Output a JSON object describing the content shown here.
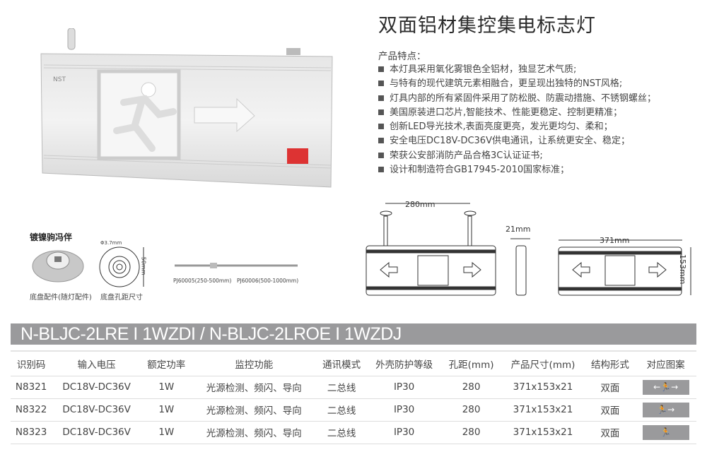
{
  "title": "双面铝材集控集电标志灯",
  "features_heading": "产品特点：",
  "features": [
    "本灯具采用氧化雾银色全铝材，独显艺术气质;",
    "与特有的现代建筑元素相融合，更呈现出独特的NST风格;",
    "灯具内部的所有紧固件采用了防松脱、防震动措施、不锈钢螺丝；",
    "美国原装进口芯片,智能技术、性能更稳定、控制更精准；",
    "创新LED导光技术,表面亮度更亮，发光更均匀、柔和；",
    "安全电压DC18V-DC36V供电通讯，让系统更安全、稳定；",
    "荣获公安部消防产品合格3C认证证书;",
    "设计和制造符合GB17945-2010国家标准；"
  ],
  "product_logo": "NST",
  "accessories": {
    "heading": "镀镍驹冯伴",
    "base_caption": "底盘配件(随灯配件)",
    "hole_caption": "底盘孔距尺寸",
    "hole_diameter": "Φ3.7mm",
    "hole_height": "50mm",
    "rod_labels": [
      "PJ60005(250-500mm)",
      "PJ60006(500-1000mm)"
    ]
  },
  "dimensions": {
    "spacing": "280mm",
    "depth": "21mm",
    "width": "371mm",
    "height": "153mm"
  },
  "model_bar": "N-BLJC-2LRE I 1WZDI / N-BLJC-2LROE I 1WZDJ",
  "table": {
    "headers": [
      "识别码",
      "输入电压",
      "额定功率",
      "监控功能",
      "通讯模式",
      "外壳防护等级",
      "孔距(mm)",
      "产品尺寸(mm)",
      "结构形式",
      "对应图案"
    ],
    "rows": [
      {
        "code": "N8321",
        "voltage": "DC18V-DC36V",
        "power": "1W",
        "monitor": "光源检测、频闪、导向",
        "comm": "二总线",
        "ip": "IP30",
        "spacing": "280",
        "size": "371x153x21",
        "structure": "双面",
        "pattern": "←🏃→"
      },
      {
        "code": "N8322",
        "voltage": "DC18V-DC36V",
        "power": "1W",
        "monitor": "光源检测、频闪、导向",
        "comm": "二总线",
        "ip": "IP30",
        "spacing": "280",
        "size": "371x153x21",
        "structure": "双面",
        "pattern": "🏃→"
      },
      {
        "code": "N8323",
        "voltage": "DC18V-DC36V",
        "power": "1W",
        "monitor": "光源检测、频闪、导向",
        "comm": "二总线",
        "ip": "IP30",
        "spacing": "280",
        "size": "371x153x21",
        "structure": "双面",
        "pattern": "🏃"
      }
    ]
  }
}
